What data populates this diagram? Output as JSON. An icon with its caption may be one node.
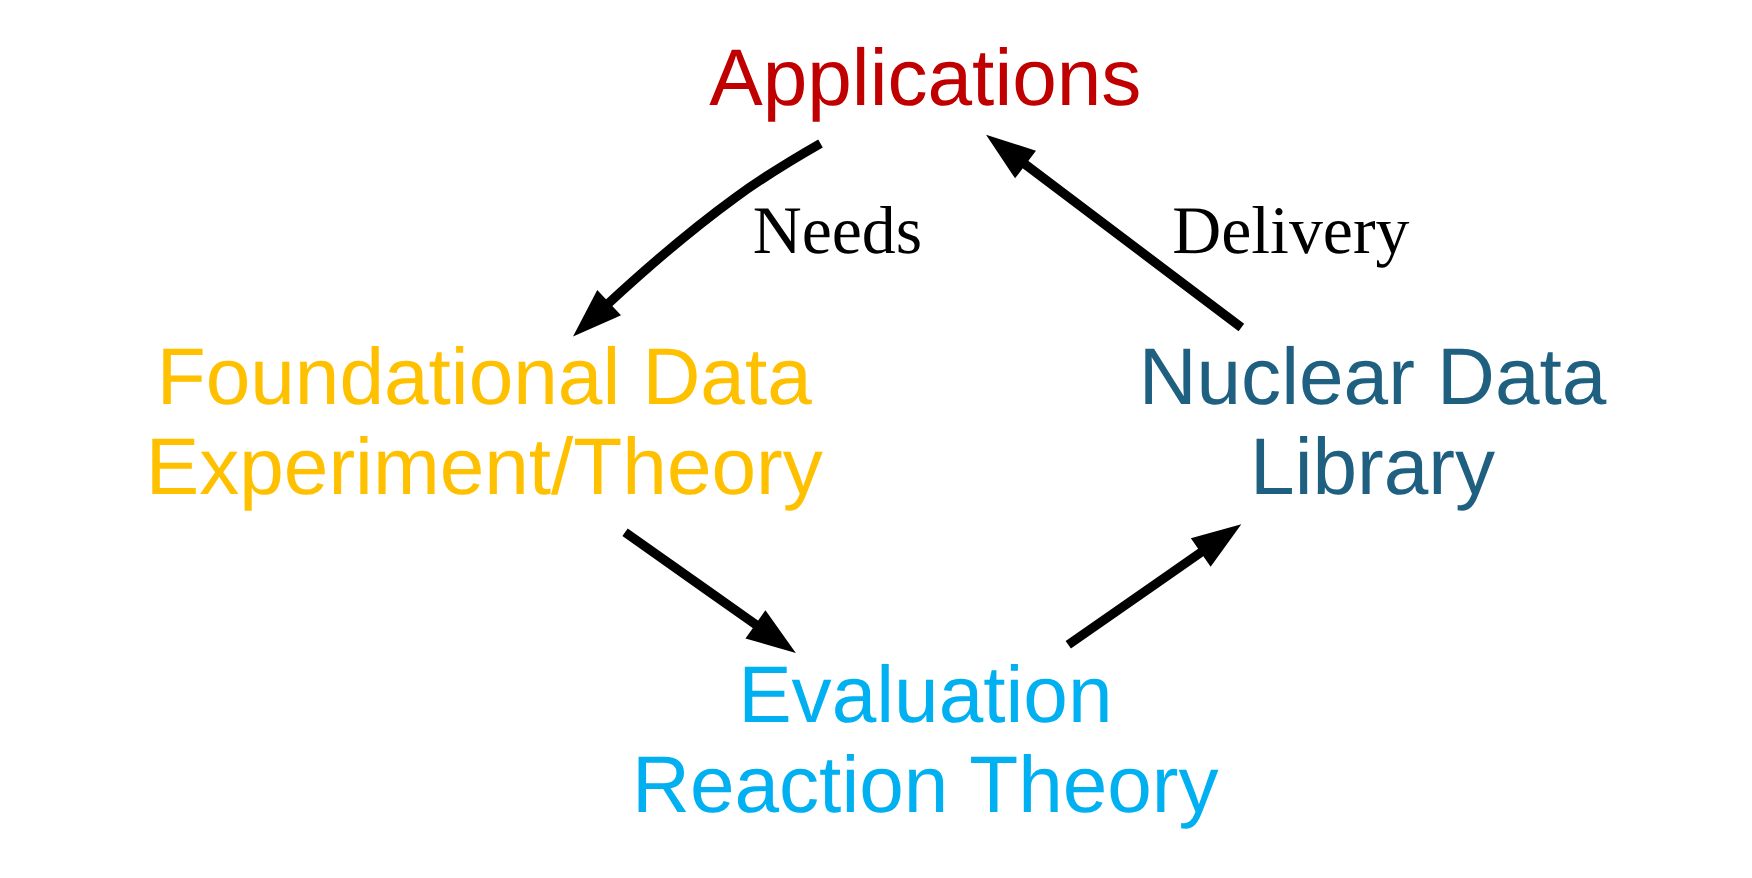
{
  "diagram": {
    "nodes": [
      {
        "text": [
          "Applications"
        ]
      },
      {
        "text": [
          "Foundational Data",
          "Experiment/Theory"
        ]
      },
      {
        "text": [
          "Evaluation",
          "Reaction Theory"
        ]
      },
      {
        "text": [
          "Nuclear Data Library"
        ]
      }
    ],
    "edges": [
      {
        "from": 0,
        "to": 1,
        "arrow": "to",
        "label": "Needs"
      },
      {
        "from": 1,
        "to": 2,
        "arrow": "to"
      },
      {
        "from": 2,
        "to": 3,
        "arrow": "to"
      },
      {
        "from": 3,
        "to": 0,
        "arrow": "to",
        "label": "Delivery"
      }
    ]
  }
}
